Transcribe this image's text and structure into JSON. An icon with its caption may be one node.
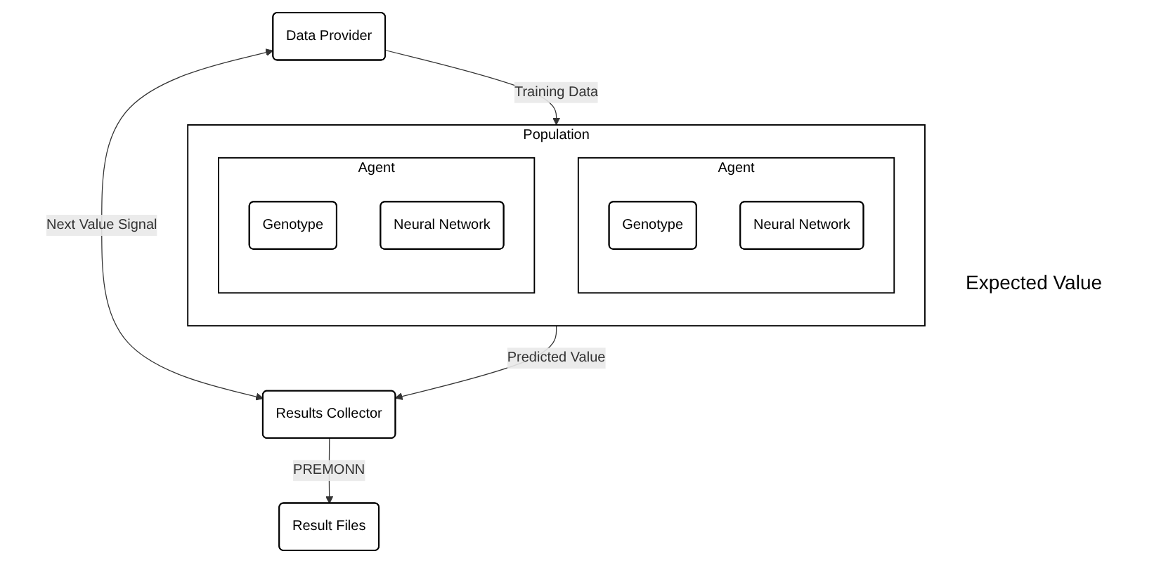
{
  "diagram": {
    "nodes": [
      {
        "text": [
          "Population"
        ]
      },
      {
        "text": [
          "Agent"
        ],
        "in": 0
      },
      {
        "text": [
          "Genotype"
        ],
        "in": 1
      },
      {
        "text": [
          "Neural Network"
        ],
        "in": 1
      },
      {
        "text": [
          "Agent"
        ],
        "in": 0
      },
      {
        "text": [
          "Genotype"
        ],
        "in": 4
      },
      {
        "text": [
          "Neural Network"
        ],
        "in": 4
      },
      {
        "text": [
          "Data Provider"
        ]
      },
      {
        "text": [
          "Results Collector"
        ]
      },
      {
        "text": [
          "Result Files"
        ]
      }
    ],
    "edges": [
      {
        "from": 7,
        "to": 0,
        "arrow": "to",
        "label": "Training Data"
      },
      {
        "from": 0,
        "to": 8,
        "arrow": "to",
        "label": "Predicted Value"
      },
      {
        "from": 7,
        "to": 8,
        "arrow": "both",
        "label": "Next Value Signal"
      },
      {
        "from": 8,
        "to": 9,
        "arrow": "to",
        "label": "PREMONN"
      }
    ],
    "labels": [
      "Expected Value"
    ]
  }
}
